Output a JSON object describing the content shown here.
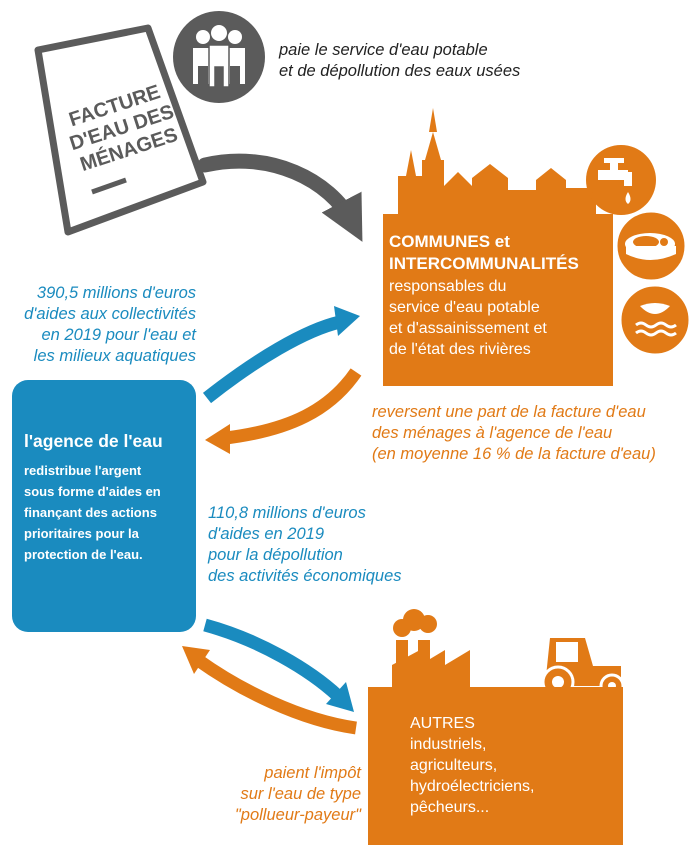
{
  "invoice": {
    "title_lines": [
      "FACTURE",
      "D'EAU DES",
      "MÉNAGES"
    ],
    "caption_lines": [
      "paie le service d'eau potable",
      "et de dépollution des eaux usées"
    ]
  },
  "communes": {
    "title_lines": [
      "COMMUNES et",
      "INTERCOMMUNALITÉS"
    ],
    "desc_lines": [
      "responsables du",
      "service d'eau potable",
      "et d'assainissement et",
      "de l'état des rivières"
    ]
  },
  "agence": {
    "title": "l'agence de l'eau",
    "desc_lines": [
      "redistribue l'argent",
      "sous forme d'aides en",
      "finançant des actions",
      "prioritaires pour la",
      "protection de l'eau."
    ]
  },
  "aid_collectivities": {
    "lines": [
      "390,5 millions d'euros",
      "d'aides aux collectivités",
      "en 2019 pour l'eau et",
      "les milieux aquatiques"
    ]
  },
  "reversal": {
    "lines": [
      "reversent une part de la facture d'eau",
      "des ménages à l'agence de l'eau",
      "(en moyenne 16 % de la facture d'eau)"
    ]
  },
  "aid_economic": {
    "lines": [
      "110,8 millions d'euros",
      "d'aides en 2019",
      "pour la dépollution",
      "des activités économiques"
    ]
  },
  "autres": {
    "lines": [
      "AUTRES",
      "industriels,",
      "agriculteurs,",
      "hydroélectriciens,",
      "pêcheurs..."
    ]
  },
  "polluter_tax": {
    "lines": [
      "paient l'impôt",
      "sur l'eau de type",
      "\"pollueur-payeur\""
    ]
  },
  "icons": [
    "people-group-icon",
    "water-tap-icon",
    "fish-steak-icon",
    "river-leaf-icon",
    "factory-icon",
    "tractor-icon",
    "village-skyline-icon"
  ],
  "colors": {
    "orange": "#e17a16",
    "blue": "#1a8bbf",
    "grey": "#5b5b5b"
  }
}
